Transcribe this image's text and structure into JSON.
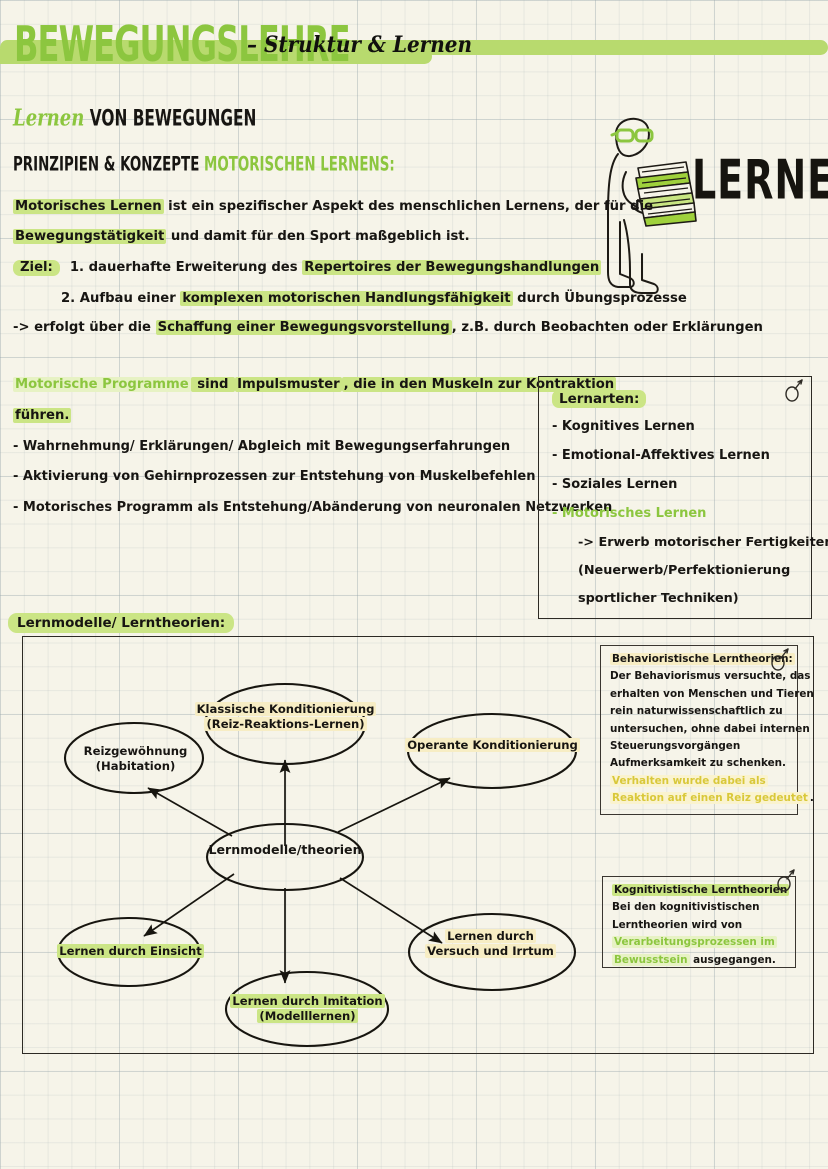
{
  "colors": {
    "paper": "#f6f4e9",
    "accent_green": "#8cc63f",
    "highlight_green": "#cbe585",
    "highlight_yellow": "#f7edc4",
    "ink": "#171512"
  },
  "header": {
    "title_main": "BEWEGUNGSLEHRE",
    "title_sub": "– Struktur & Lernen"
  },
  "subheadings": {
    "line1_lead": "Lernen",
    "line1_rest": "VON BEWEGUNGEN",
    "line2_black": "PRINZIPIEN & KONZEPTE",
    "line2_green": "MOTORISCHEN LERNENS:"
  },
  "illustration": {
    "word": "LERNEN",
    "figure_alt": "stick-figure-with-books"
  },
  "intro": {
    "lines": [
      {
        "parts": [
          {
            "text": "Motorisches Lernen",
            "style": "green-hl"
          },
          {
            "text": " ist ein spezifischer Aspekt des menschlichen Lernens, der für die",
            "style": "plain"
          }
        ]
      },
      {
        "parts": [
          {
            "text": "Bewegungstätigkeit",
            "style": "green-hl"
          },
          {
            "text": " und damit für den Sport maßgeblich ist.",
            "style": "plain"
          }
        ]
      }
    ],
    "ziel_label": "Ziel:",
    "ziel_items": [
      {
        "parts": [
          {
            "text": "1. dauerhafte Erweiterung des ",
            "style": "plain"
          },
          {
            "text": "Repertoires der Bewegungshandlungen",
            "style": "green-hl"
          }
        ]
      },
      {
        "parts": [
          {
            "text": "2. Aufbau einer ",
            "style": "plain"
          },
          {
            "text": "komplexen motorischen Handlungsfähigkeit",
            "style": "green-hl"
          },
          {
            "text": " durch Übungsprozesse",
            "style": "plain"
          }
        ]
      }
    ],
    "conclusion": {
      "parts": [
        {
          "text": "-> erfolgt über die ",
          "style": "plain"
        },
        {
          "text": "Schaffung einer Bewegungsvorstellung",
          "style": "green-hl"
        },
        {
          "text": ", z.B. durch Beobachten oder Erklärungen",
          "style": "plain"
        }
      ]
    }
  },
  "motor_programs": {
    "lines": [
      {
        "parts": [
          {
            "text": "Motorische Programme",
            "style": "green-text-hl"
          },
          {
            "text": " sind ",
            "style": "green-hl"
          },
          {
            "text": "Impulsmuster",
            "style": "green-hl"
          },
          {
            "text": ", die in den Muskeln zur Kontraktion",
            "style": "green-hl"
          }
        ]
      },
      {
        "parts": [
          {
            "text": "führen.",
            "style": "green-hl"
          }
        ]
      }
    ],
    "bullets": [
      "- Wahrnehmung/ Erklärungen/ Abgleich mit Bewegungserfahrungen",
      "- Aktivierung von Gehirnprozessen zur Entstehung von Muskelbefehlen",
      "- Motorisches Programm als Entstehung/Abänderung von neuronalen Netzwerken"
    ]
  },
  "lernarten": {
    "heading": "Lernarten:",
    "items": [
      {
        "text": "- Kognitives Lernen",
        "style": "plain"
      },
      {
        "text": "- Emotional-Affektives Lernen",
        "style": "plain"
      },
      {
        "text": "- Soziales Lernen",
        "style": "plain"
      },
      {
        "text": "- Motorisches Lernen",
        "style": "green-text"
      }
    ],
    "sub_items": [
      "-> Erwerb motorischer Fertigkeiten",
      "(Neuerwerb/Perfektionierung",
      "sportlicher Techniken)"
    ]
  },
  "diagram": {
    "label": "Lernmodelle/ Lerntheorien:",
    "center_node": {
      "label": "Lernmodelle/theorien",
      "highlight": "none"
    },
    "nodes": [
      {
        "label_lines": [
          "Klassische Konditionierung",
          "(Reiz-Reaktions-Lernen)"
        ],
        "highlight": "yellow"
      },
      {
        "label_lines": [
          "Operante Konditionierung"
        ],
        "highlight": "yellow"
      },
      {
        "label_lines": [
          "Reizgewöhnung",
          "(Habitation)"
        ],
        "highlight": "none"
      },
      {
        "label_lines": [
          "Lernen durch Einsicht"
        ],
        "highlight": "green"
      },
      {
        "label_lines": [
          "Lernen durch Imitation",
          "(Modelllernen)"
        ],
        "highlight": "green"
      },
      {
        "label_lines": [
          "Lernen durch",
          "Versuch und Irrtum"
        ],
        "highlight": "yellow"
      }
    ]
  },
  "notes": [
    {
      "id": "behavioristische",
      "lines": [
        {
          "parts": [
            {
              "text": "Behavioristische Lerntheorien:",
              "style": "yellow-hl"
            }
          ]
        },
        {
          "parts": [
            {
              "text": "Der Behaviorismus versuchte, das",
              "style": "plain"
            }
          ]
        },
        {
          "parts": [
            {
              "text": "erhalten von Menschen und Tieren",
              "style": "plain"
            }
          ]
        },
        {
          "parts": [
            {
              "text": "rein naturwissenschaftlich zu",
              "style": "plain"
            }
          ]
        },
        {
          "parts": [
            {
              "text": "untersuchen, ohne dabei internen",
              "style": "plain"
            }
          ]
        },
        {
          "parts": [
            {
              "text": "Steuerungsvorgängen",
              "style": "plain"
            }
          ]
        },
        {
          "parts": [
            {
              "text": "Aufmerksamkeit zu schenken.",
              "style": "plain"
            }
          ]
        },
        {
          "parts": [
            {
              "text": "Verhalten wurde dabei als",
              "style": "yellow-text-hl"
            }
          ]
        },
        {
          "parts": [
            {
              "text": "Reaktion auf einen Reiz gedeutet",
              "style": "yellow-text-hl"
            },
            {
              "text": ".",
              "style": "plain"
            }
          ]
        }
      ]
    },
    {
      "id": "kognitivistische",
      "lines": [
        {
          "parts": [
            {
              "text": "Kognitivistische Lerntheorien",
              "style": "green-hl"
            }
          ]
        },
        {
          "parts": [
            {
              "text": "Bei den kognitivistischen",
              "style": "plain"
            }
          ]
        },
        {
          "parts": [
            {
              "text": "Lerntheorien wird von",
              "style": "plain"
            }
          ]
        },
        {
          "parts": [
            {
              "text": "Verarbeitungsprozessen im",
              "style": "green-text-hl"
            }
          ]
        },
        {
          "parts": [
            {
              "text": "Bewusstsein",
              "style": "green-text-hl"
            },
            {
              "text": " ausgegangen.",
              "style": "plain"
            }
          ]
        }
      ]
    }
  ]
}
